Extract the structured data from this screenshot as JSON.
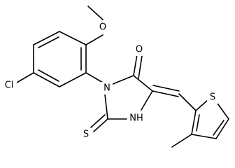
{
  "molecule": {
    "atoms": {
      "methoxy_o": "O",
      "carbonyl_o": "O",
      "chlorine": "Cl",
      "ring_n": "N",
      "thioxo_s": "S",
      "amine_nh": "NH",
      "thiophene_s": "S"
    },
    "colors": {
      "bond": "#000000",
      "label": "#000000",
      "background": "#ffffff"
    }
  }
}
